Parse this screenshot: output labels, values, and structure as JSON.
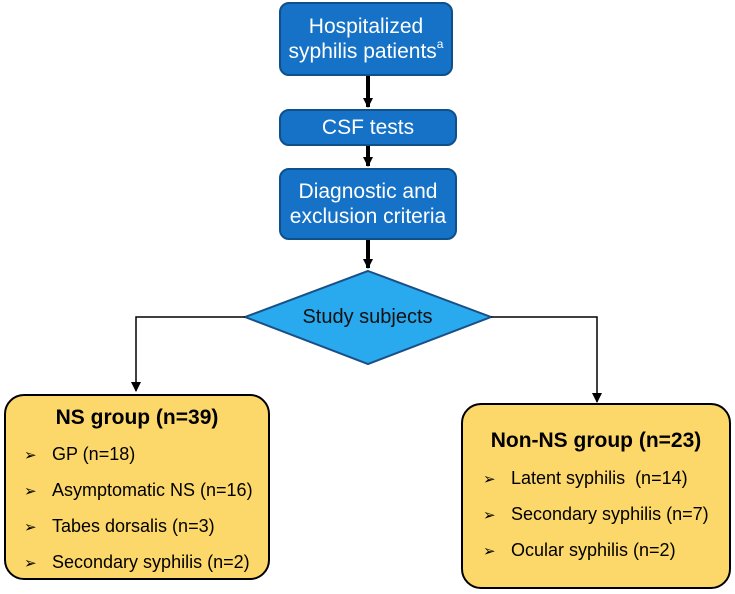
{
  "top_box": {
    "line1": "Hospitalized",
    "line2": "syphilis patients",
    "superscript": "a"
  },
  "csf_box": {
    "label": "CSF tests"
  },
  "criteria_box": {
    "line1": "Diagnostic and",
    "line2": "exclusion criteria"
  },
  "decision": {
    "label": "Study subjects"
  },
  "ns_group": {
    "title": "NS group (n=39)",
    "items": [
      "GP (n=18)",
      "Asymptomatic NS (n=16)",
      "Tabes dorsalis (n=3)",
      "Secondary syphilis (n=2)"
    ]
  },
  "non_ns_group": {
    "title": "Non-NS group (n=23)",
    "items": [
      "Latent syphilis  (n=14)",
      "Secondary syphilis (n=7)",
      "Ocular syphilis (n=2)"
    ]
  },
  "colors": {
    "process_fill": "#1572c6",
    "decision_fill": "#29a9ee",
    "group_fill": "#fcd769"
  },
  "bullet_icon": "arrowhead-bullet-icon"
}
